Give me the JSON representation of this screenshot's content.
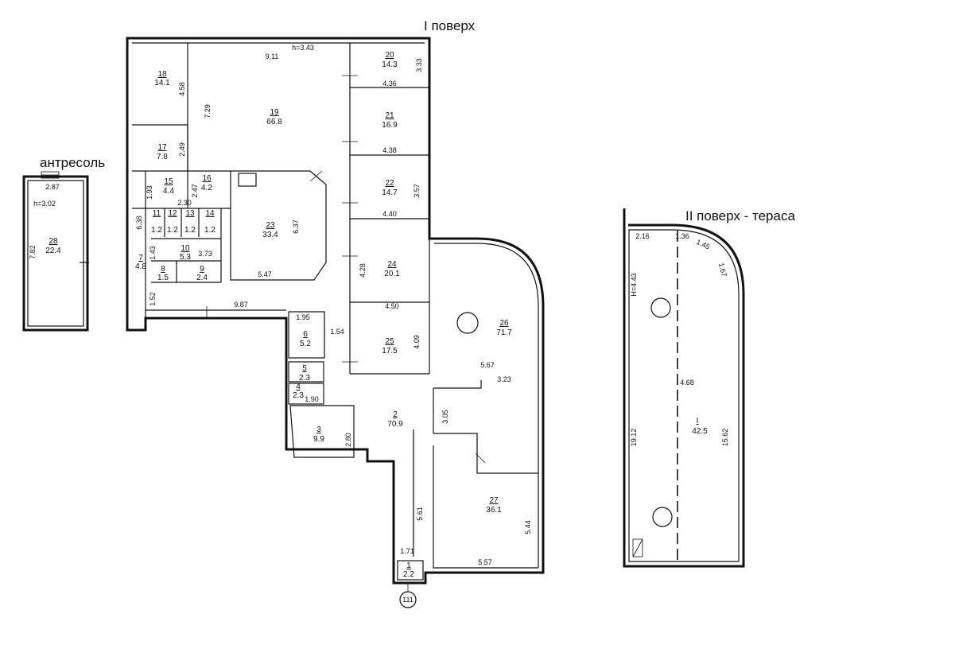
{
  "titles": {
    "floor1": "I поверх",
    "mezzanine": "антресоль",
    "floor2": "II поверх - тераса"
  },
  "heights": {
    "floor1": "h=3.43",
    "mezzanine": "h=3.02",
    "terrace": "H=4.43"
  },
  "rooms": {
    "r18": {
      "num": "18",
      "area": "14.1"
    },
    "r19": {
      "num": "19",
      "area": "66.8"
    },
    "r20": {
      "num": "20",
      "area": "14.3"
    },
    "r21": {
      "num": "21",
      "area": "16.9"
    },
    "r17": {
      "num": "17",
      "area": "7.8"
    },
    "r15": {
      "num": "15",
      "area": "4.4"
    },
    "r16": {
      "num": "16",
      "area": "4.2"
    },
    "r22": {
      "num": "22",
      "area": "14.7"
    },
    "r23": {
      "num": "23",
      "area": "33.4"
    },
    "r24": {
      "num": "24",
      "area": "20.1"
    },
    "r10": {
      "num": "10",
      "area": "5.3"
    },
    "r7": {
      "num": "7",
      "area": "4.8"
    },
    "r8": {
      "num": "8",
      "area": "1.5"
    },
    "r9": {
      "num": "9",
      "area": "2.4"
    },
    "r6": {
      "num": "6",
      "area": "5.2"
    },
    "r25": {
      "num": "25",
      "area": "17.5"
    },
    "r26": {
      "num": "26",
      "area": "71.7"
    },
    "r5": {
      "num": "5",
      "area": "2.3"
    },
    "r4": {
      "num": "4",
      "area": "2.3"
    },
    "r2": {
      "num": "2",
      "area": "70.9"
    },
    "r3": {
      "num": "3",
      "area": "9.9"
    },
    "r27": {
      "num": "27",
      "area": "36.1"
    },
    "r1": {
      "num": "1",
      "area": "2.2"
    },
    "r28": {
      "num": "28",
      "area": "22.4"
    },
    "rT": {
      "num": "I",
      "area": "42.5"
    }
  },
  "wc": {
    "num11": "11",
    "num12": "12",
    "num13": "13",
    "num14": "14",
    "area": "1.2"
  },
  "dims": {
    "d911": "9.11",
    "d458": "4.58",
    "d729": "7.29",
    "d333": "3.33",
    "d436": "4.36",
    "d438": "4.38",
    "d249": "2.49",
    "d193": "1.93",
    "d247": "2.47",
    "d357": "3.57",
    "d440": "4.40",
    "d230": "2.30",
    "d638": "6.38",
    "d637": "6.37",
    "d373": "3.73",
    "d143": "1.43",
    "d547": "5.47",
    "d428": "4.28",
    "d152": "1.52",
    "d987": "9.87",
    "d450": "4.50",
    "d195": "1.95",
    "d154": "1.54",
    "d409": "4.09",
    "d567": "5.67",
    "d323": "3.23",
    "d190": "1.90",
    "d305": "3.05",
    "d280": "2.80",
    "d561": "5.61",
    "d544": "5.44",
    "d171": "1.71",
    "d557": "5.57",
    "d287": "2.87",
    "d782": "7.82",
    "d216": "2.16",
    "d136": "1.36",
    "d145": "1.45",
    "d167": "1.67",
    "d468": "4.68",
    "d1912": "19.12",
    "d1562": "15.62"
  },
  "marker": "111"
}
